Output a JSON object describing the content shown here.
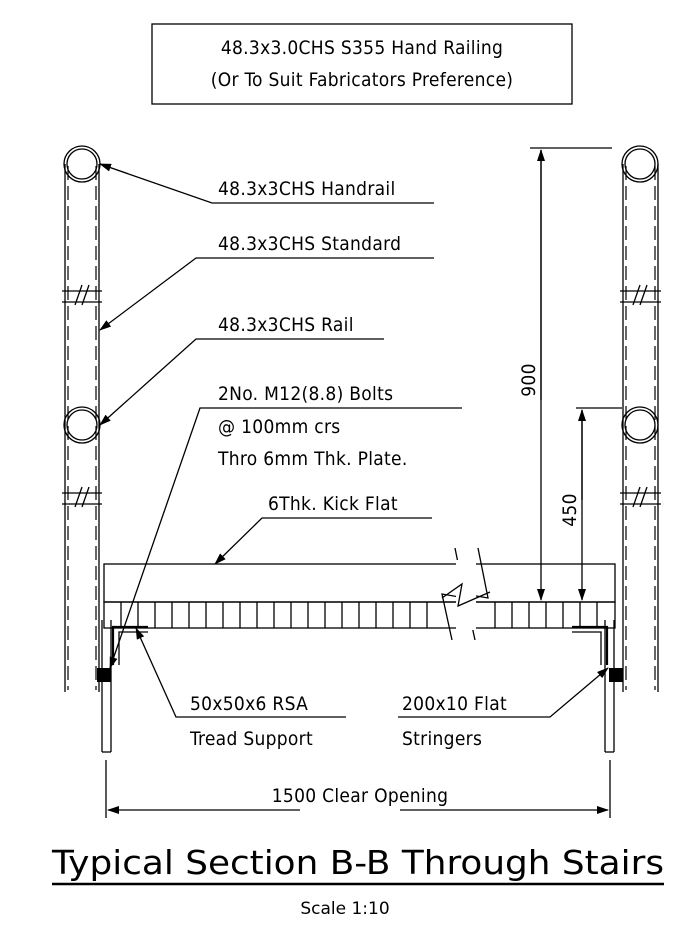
{
  "header_box": {
    "line1": "48.3x3.0CHS S355 Hand Railing",
    "line2": "(Or To Suit Fabricators Preference)"
  },
  "labels": {
    "handrail": "48.3x3CHS Handrail",
    "standard": "48.3x3CHS Standard",
    "rail": "48.3x3CHS Rail",
    "bolts_line1": "2No. M12(8.8) Bolts",
    "bolts_line2": "@ 100mm crs",
    "bolts_line3": "Thro 6mm Thk. Plate.",
    "kick_flat": "6Thk. Kick Flat",
    "rsa_line1": "50x50x6 RSA",
    "rsa_line2": "Tread Support",
    "flat_line1": "200x10 Flat",
    "flat_line2": "Stringers"
  },
  "dimensions": {
    "height_900": "900",
    "height_450": "450",
    "clear_opening": "1500 Clear Opening"
  },
  "title": "Typical Section B-B Through Stairs",
  "scale": "Scale 1:10"
}
